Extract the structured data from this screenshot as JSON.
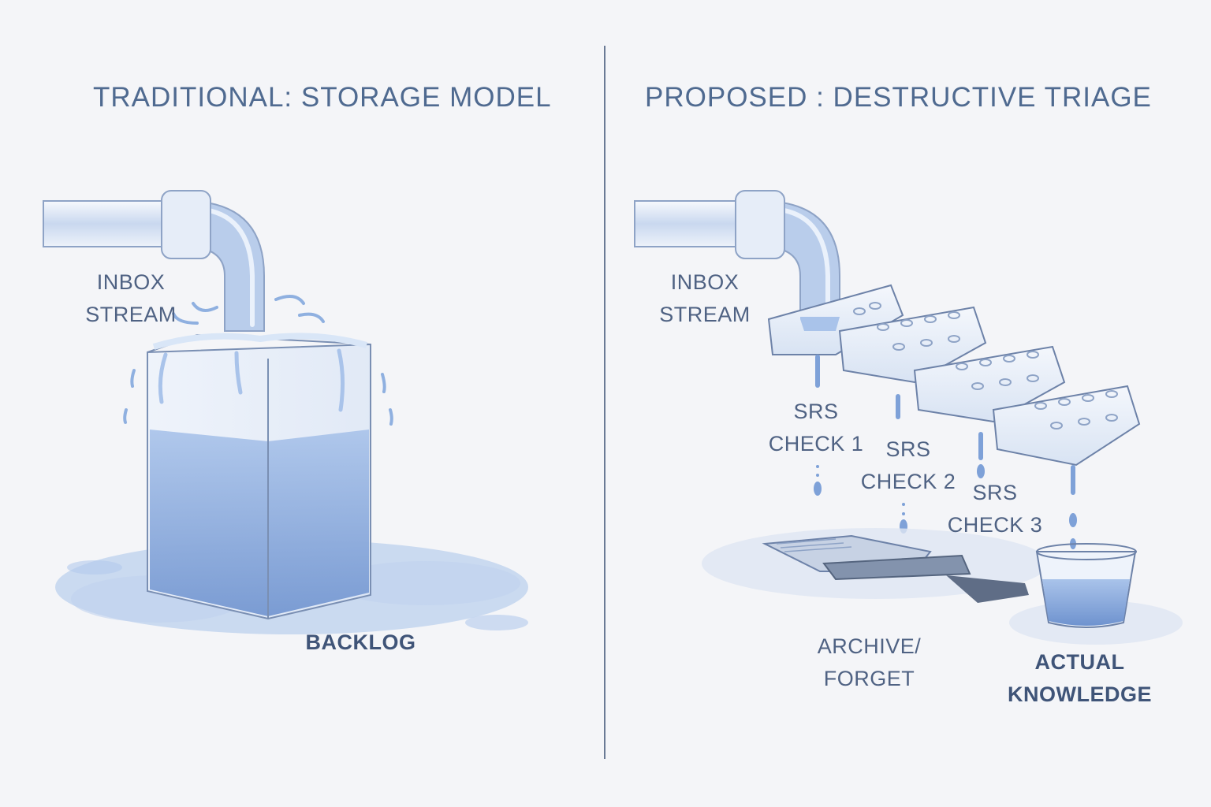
{
  "left_panel": {
    "title": "TRADITIONAL: STORAGE MODEL",
    "inbox_label": "INBOX\nSTREAM",
    "backlog_label": "BACKLOG"
  },
  "right_panel": {
    "title": "PROPOSED : DESTRUCTIVE TRIAGE",
    "inbox_label": "INBOX\nSTREAM",
    "check_1": "SRS\nCHECK 1",
    "check_2": "SRS\nCHECK 2",
    "check_3": "SRS\nCHECK 3",
    "archive_label": "ARCHIVE/\nFORGET",
    "knowledge_label": "ACTUAL\nKNOWLEDGE"
  },
  "colors": {
    "background": "#f4f5f8",
    "text": "#4f6283",
    "water": "#8fb0e0",
    "outline": "#5a6f95"
  }
}
